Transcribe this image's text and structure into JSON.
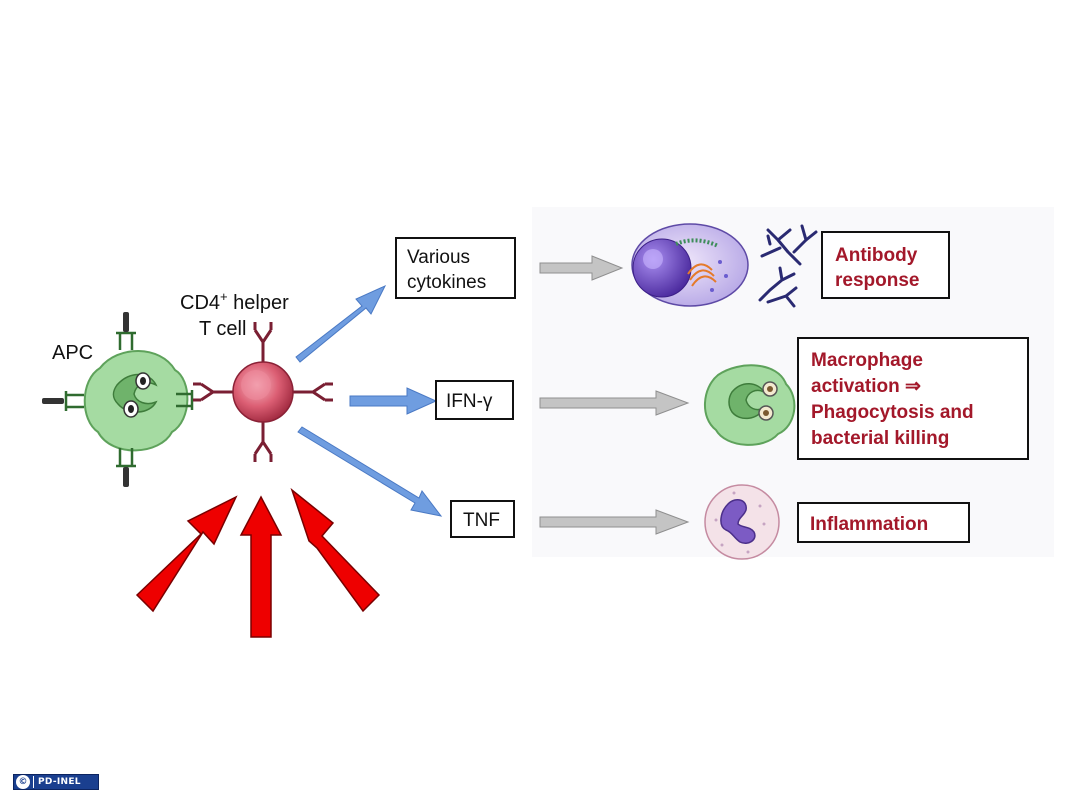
{
  "labels": {
    "apc": "APC",
    "tcell_line1": "CD4",
    "tcell_sup": "+",
    "tcell_line1_rest": " helper",
    "tcell_line2": "T cell"
  },
  "cytokines": [
    {
      "line1": "Various",
      "line2": "cytokines"
    },
    {
      "line1": "IFN-γ"
    },
    {
      "line1": "TNF"
    }
  ],
  "outcomes": [
    {
      "line1": "Antibody",
      "line2": "response"
    },
    {
      "line1": "Macrophage",
      "line2": "activation ⇒",
      "line3": "Phagocytosis and",
      "line4": "bacterial killing"
    },
    {
      "line1": "Inflammation"
    }
  ],
  "footer": {
    "icon": "cc-icon",
    "text": "PD-INEL"
  },
  "colors": {
    "blue_arrow": "#6f9de0",
    "red_arrow": "#ee0000",
    "grey_arrow": "#b8b8b8",
    "outcome_text": "#a3182a",
    "tcell": "#d9566d",
    "apc": "#9ed99e"
  }
}
